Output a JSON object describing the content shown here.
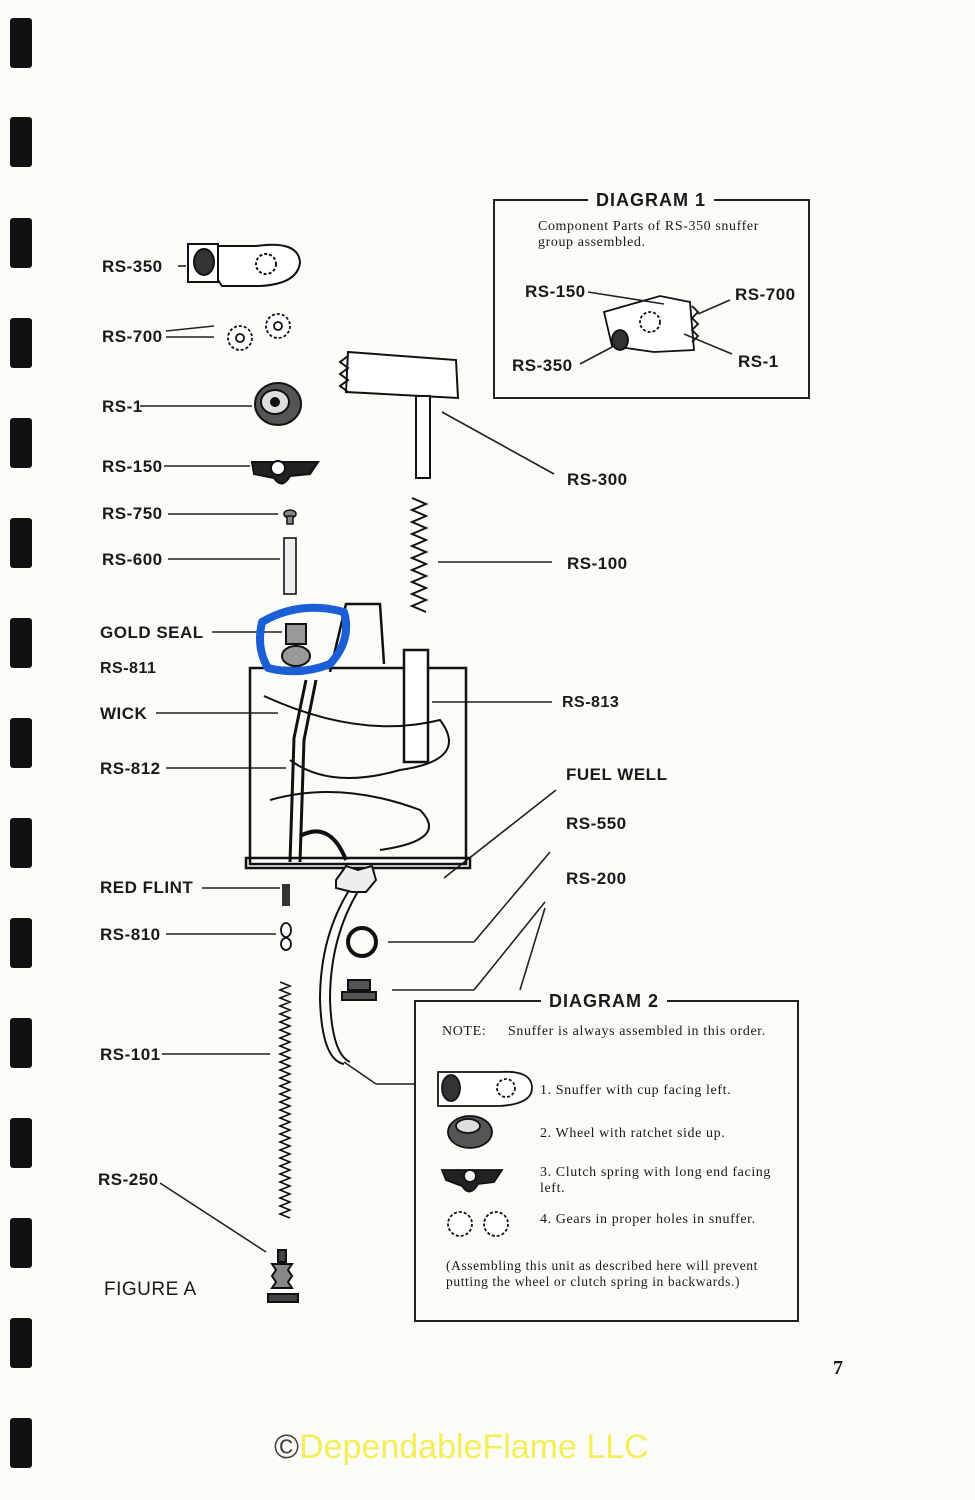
{
  "figure_label": "FIGURE A",
  "page_number": "7",
  "left_labels": {
    "rs350": "RS-350",
    "rs700": "RS-700",
    "rs1": "RS-1",
    "rs150": "RS-150",
    "rs750": "RS-750",
    "rs600": "RS-600",
    "gold_seal": "GOLD SEAL",
    "rs811": "RS-811",
    "wick": "WICK",
    "rs812": "RS-812",
    "red_flint": "RED FLINT",
    "rs810": "RS-810",
    "rs101": "RS-101",
    "rs250": "RS-250"
  },
  "right_labels": {
    "rs300": "RS-300",
    "rs100": "RS-100",
    "rs813": "RS-813",
    "fuel_well": "FUEL WELL",
    "rs550": "RS-550",
    "rs200": "RS-200"
  },
  "diagram1": {
    "title": "DIAGRAM 1",
    "caption": "Component Parts of RS-350 snuffer group assembled.",
    "labels": {
      "rs150": "RS-150",
      "rs700": "RS-700",
      "rs350": "RS-350",
      "rs1": "RS-1"
    }
  },
  "diagram2": {
    "title": "DIAGRAM 2",
    "note_label": "NOTE:",
    "note_text": "Snuffer is always assembled in this order.",
    "steps": [
      "1. Snuffer with cup facing left.",
      "2. Wheel with ratchet side up.",
      "3. Clutch spring with long end facing left.",
      "4. Gears in proper holes in snuffer."
    ],
    "footnote": "(Assembling this unit as described here will prevent putting the wheel or clutch spring in backwards.)"
  },
  "watermark": {
    "symbol": "©",
    "text": "DependableFlame LLC",
    "color": "#f4ee5a"
  },
  "highlight_color": "#1a5fd6"
}
